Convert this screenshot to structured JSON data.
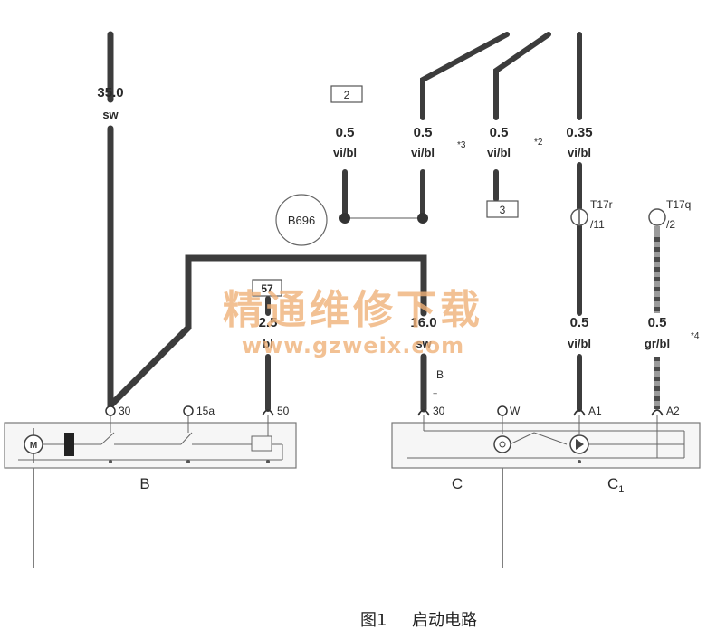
{
  "wires": {
    "w1": {
      "size": "35.0",
      "color": "sw"
    },
    "w2": {
      "size": "0.5",
      "color": "vi/bl"
    },
    "w3": {
      "size": "0.5",
      "color": "vi/bl"
    },
    "w4": {
      "size": "0.5",
      "color": "vi/bl"
    },
    "w5": {
      "size": "0.35",
      "color": "vi/bl"
    },
    "w6": {
      "size": "2.5",
      "color": "bl"
    },
    "w7": {
      "size": "16.0",
      "color": "sw"
    },
    "w8": {
      "size": "0.5",
      "color": "vi/bl"
    },
    "w9": {
      "size": "0.5",
      "color": "gr/bl"
    }
  },
  "notes": {
    "n3": "*3",
    "n2": "*2",
    "n4": "*4"
  },
  "boxes": {
    "top": "2",
    "mid": "3",
    "s57": "57"
  },
  "splice": "B696",
  "connectors": {
    "t17r": "T17r",
    "t17r_pin": "/11",
    "t17q": "T17q",
    "t17q_pin": "/2"
  },
  "terminals": {
    "b30": "30",
    "b15a": "15a",
    "b50": "50",
    "c30": "30",
    "cw": "W",
    "ca1": "A1",
    "ca2": "A2",
    "b_mark": "B",
    "dot": "+"
  },
  "components": {
    "b": "B",
    "c": "C",
    "c1": "C",
    "c1_sub": "1"
  },
  "motor": "M",
  "watermark": {
    "cn": "精通维修下载",
    "url": "www.gzweix.com"
  },
  "caption": {
    "fig": "图1",
    "title": "启动电路"
  },
  "colors": {
    "wire": "#3c3c3c",
    "thin": "#7a7a7a",
    "box_bg": "#f6f6f6",
    "watermark": "#f0b27a"
  }
}
